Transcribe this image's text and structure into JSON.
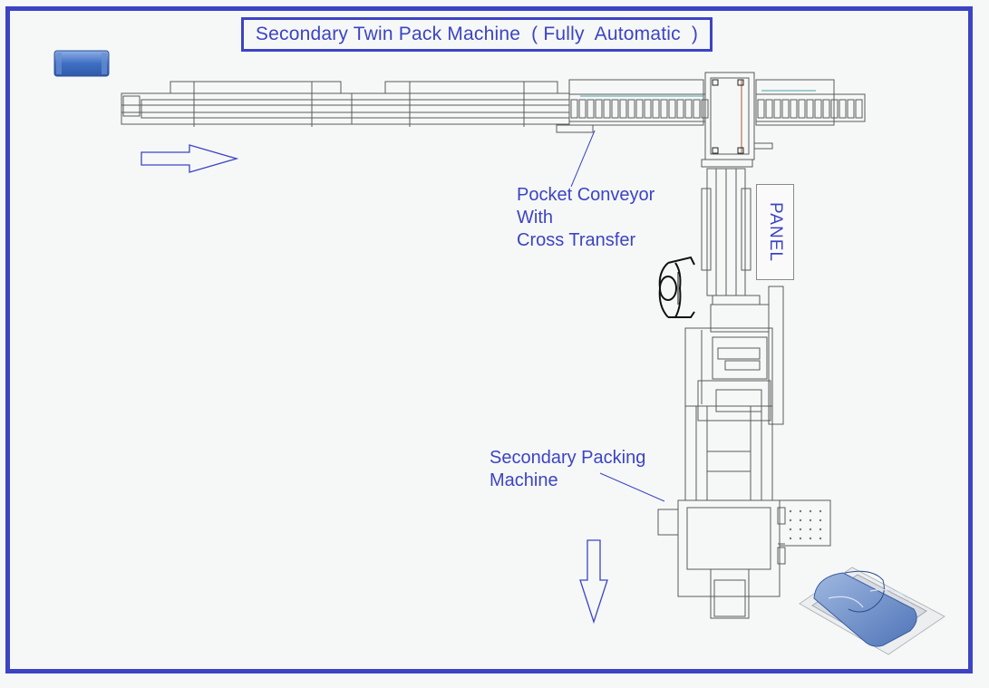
{
  "title": "Secondary Twin Pack Machine  ( Fully  Automatic  )",
  "labels": {
    "pocket_conveyor": [
      "Pocket Conveyor",
      "With",
      "Cross Transfer"
    ],
    "secondary_packing": [
      "Secondary Packing",
      "Machine"
    ],
    "panel": "PANEL"
  },
  "colors": {
    "border": "#3c44c4",
    "text": "#3c44c4",
    "product_blue": "#4a78c8",
    "line": "#5a5a5a"
  },
  "icons": [
    "product-icon",
    "flow-arrow-right-icon",
    "flow-arrow-down-icon",
    "operator-icon",
    "twin-pack-icon"
  ]
}
